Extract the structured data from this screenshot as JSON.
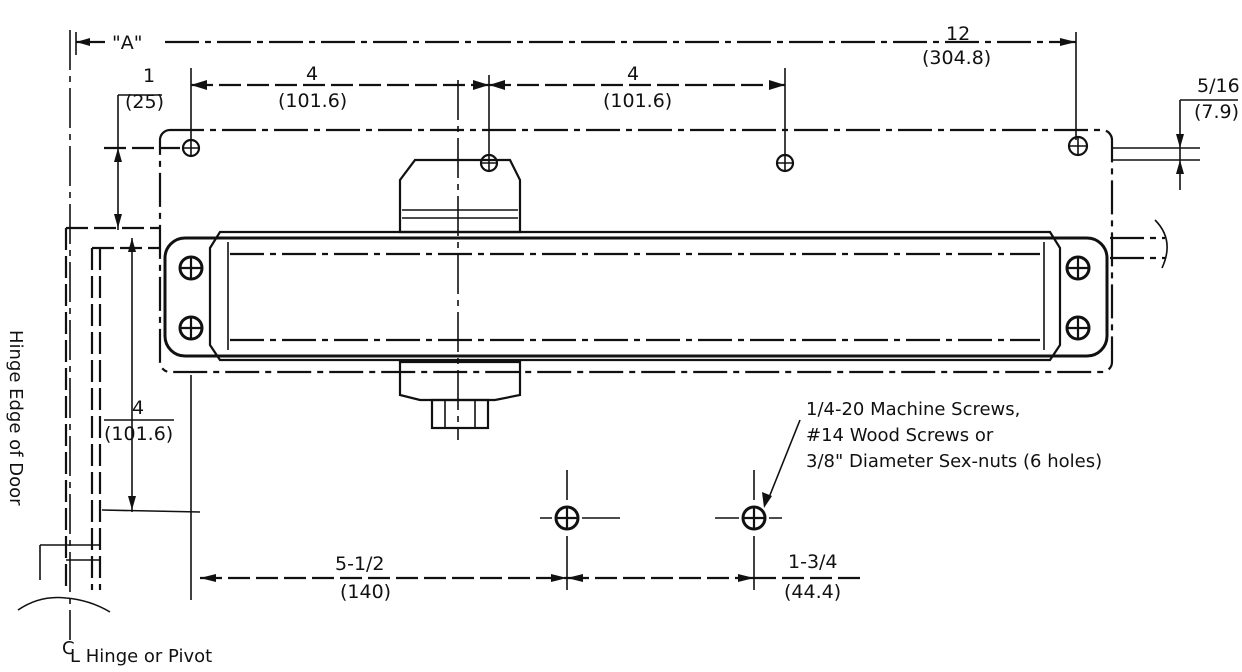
{
  "dimensions": {
    "a_label": "\"A\"",
    "top_total_in": "12",
    "top_total_mm": "(304.8)",
    "left_offset_in": "1",
    "left_offset_mm": "(25)",
    "spacing_1_in": "4",
    "spacing_1_mm": "(101.6)",
    "spacing_2_in": "4",
    "spacing_2_mm": "(101.6)",
    "right_offset_in": "5/16",
    "right_offset_mm": "(7.9)",
    "vertical_in": "4",
    "vertical_mm": "(101.6)",
    "bottom_span_in": "5-1/2",
    "bottom_span_mm": "(140)",
    "bottom_gap_in": "1-3/4",
    "bottom_gap_mm": "(44.4)"
  },
  "notes": {
    "screws_line1": "1/4-20 Machine Screws,",
    "screws_line2": "#14 Wood Screws or",
    "screws_line3": "3/8\" Diameter Sex-nuts (6 holes)",
    "hinge_edge": "Hinge Edge of Door",
    "centerline_symbol": "C",
    "centerline_label": "L Hinge or Pivot"
  }
}
